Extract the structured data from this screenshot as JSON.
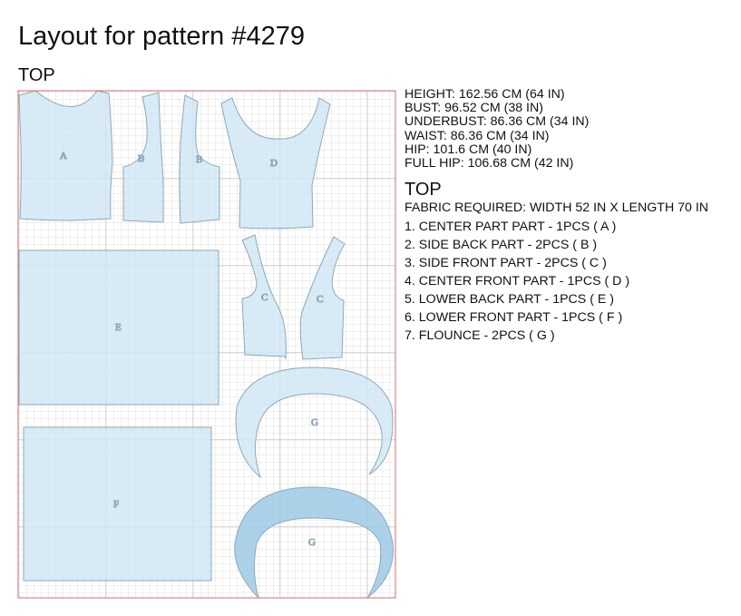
{
  "page": {
    "title": "Layout for pattern #4279",
    "section_title": "TOP"
  },
  "measurements": [
    "HEIGHT: 162.56 CM (64 IN)",
    "BUST: 96.52 CM (38 IN)",
    "UNDERBUST: 86.36 CM (34 IN)",
    "WAIST: 86.36 CM (34 IN)",
    "HIP: 101.6 CM (40 IN)",
    "FULL HIP: 106.68 CM (42 IN)"
  ],
  "info": {
    "title": "TOP",
    "fabric_required": "FABRIC REQUIRED: WIDTH 52 IN X LENGTH 70 IN",
    "parts": [
      "1. CENTER PART PART - 1PCS ( A )",
      "2. SIDE BACK PART - 2PCS ( B )",
      "3. SIDE FRONT PART - 2PCS ( C )",
      "4. CENTER FRONT PART - 1PCS ( D )",
      "5. LOWER BACK PART - 1PCS ( E )",
      "6. LOWER FRONT PART - 1PCS ( F )",
      "7. FLOUNCE - 2PCS ( G )"
    ]
  },
  "layout": {
    "fabric_width_in": 52,
    "fabric_length_in": 70,
    "colors": {
      "border": "#d96b6b",
      "grid_minor": "#e2e2e2",
      "grid_major": "#c4c4c4",
      "piece_fill": "#d3e9f6",
      "piece_fill_highlight": "#a8cfe8",
      "piece_stroke": "#8ea8b8"
    },
    "pieces": [
      {
        "id": "A1",
        "label": "A"
      },
      {
        "id": "B1",
        "label": "B"
      },
      {
        "id": "B2",
        "label": "B"
      },
      {
        "id": "D1",
        "label": "D"
      },
      {
        "id": "E1",
        "label": "E"
      },
      {
        "id": "C1",
        "label": "C"
      },
      {
        "id": "C2",
        "label": "C"
      },
      {
        "id": "G1",
        "label": "G"
      },
      {
        "id": "F1",
        "label": "F"
      },
      {
        "id": "G2",
        "label": "G"
      }
    ]
  }
}
